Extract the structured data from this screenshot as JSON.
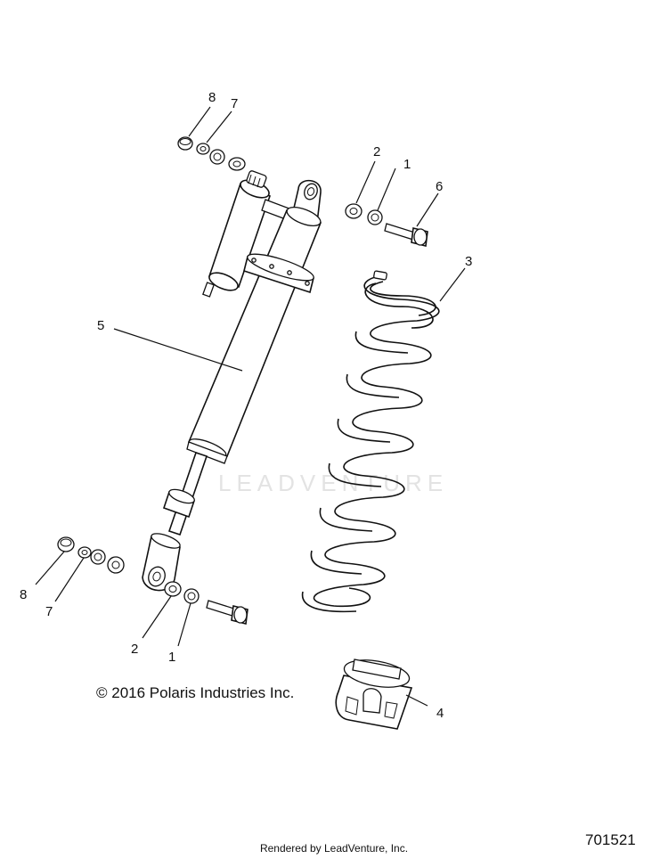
{
  "watermark": "LEADVENTURE",
  "callouts": {
    "c8_top": "8",
    "c7_top": "7",
    "c2_top": "2",
    "c1_top": "1",
    "c6": "6",
    "c3": "3",
    "c5": "5",
    "c8_bottom": "8",
    "c7_bottom": "7",
    "c2_bottom": "2",
    "c1_bottom": "1",
    "c4": "4"
  },
  "copyright": "© 2016 Polaris Industries Inc.",
  "figure_number": "701521",
  "footer": "Rendered by LeadVenture, Inc."
}
